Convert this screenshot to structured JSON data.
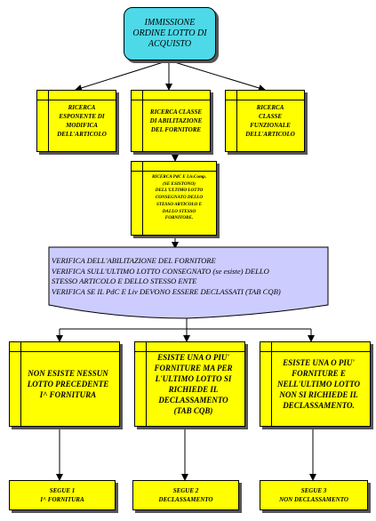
{
  "start": {
    "text": "IMMISSIONE\nORDINE LOTTO DI\nACQUISTO"
  },
  "search_boxes": [
    {
      "text": "RICERCA\nESPONENTE DI\nMODIFICA\nDELL'ARTICOLO"
    },
    {
      "text": "RICERCA CLASSE\nDI ABILITAZIONE\nDEL FORNITORE"
    },
    {
      "text": "RICERCA\nCLASSE\nFUNZIONALE\nDELL'ARTICOLO"
    }
  ],
  "search_last": {
    "text": "RICERCA PdC E Liv.Comp.\n(SE ESISTONO)\nDELL'ULTIMO LOTTO\nCONSEGNATO DELLO\nSTESSO ARTICOLO E\nDALLO STESSO\nFORNITORE."
  },
  "verify": {
    "text": "VERIFICA DELL'ABILITAZIONE DEL FORNITORE\nVERIFICA SULL'ULTIMO LOTTO CONSEGNATO (se esiste) DELLO\nSTESSO ARTICOLO E DELLO STESSO ENTE\nVERIFICA SE IL PdC E Liv DEVONO ESSERE DECLASSATI (TAB CQB)"
  },
  "cases": [
    {
      "text": "NON ESISTE NESSUN\nLOTTO PRECEDENTE\nI^ FORNITURA"
    },
    {
      "text": "ESISTE UNA O PIU'\nFORNITURE MA PER\nL'ULTIMO LOTTO SI\nRICHIEDE IL\nDECLASSAMENTO\n(TAB CQB)"
    },
    {
      "text": "ESISTE UNA O PIU'\nFORNITURE E\nNELL'ULTIMO LOTTO\nNON SI RICHIEDE IL\nDECLASSAMENTO."
    }
  ],
  "results": [
    {
      "text": "SEGUE 1\nI^ FORNITURA"
    },
    {
      "text": "SEGUE 2\nDECLASSAMENTO"
    },
    {
      "text": "SEGUE 3\nNON DECLASSAMENTO"
    }
  ],
  "colors": {
    "start_fill": "#4dd9e8",
    "box_fill": "#ffff00",
    "verify_fill": "#ccccff"
  }
}
